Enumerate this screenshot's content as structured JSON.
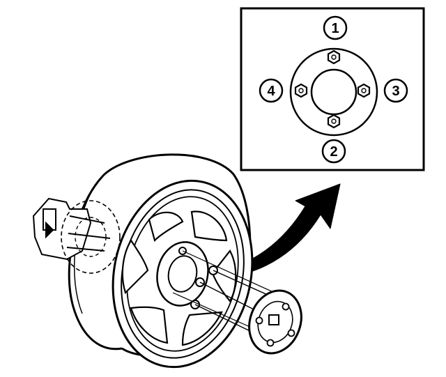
{
  "callouts": {
    "top": "1",
    "bottom": "2",
    "right": "3",
    "left": "4"
  },
  "colors": {
    "ink": "#000000",
    "paper": "#ffffff"
  }
}
